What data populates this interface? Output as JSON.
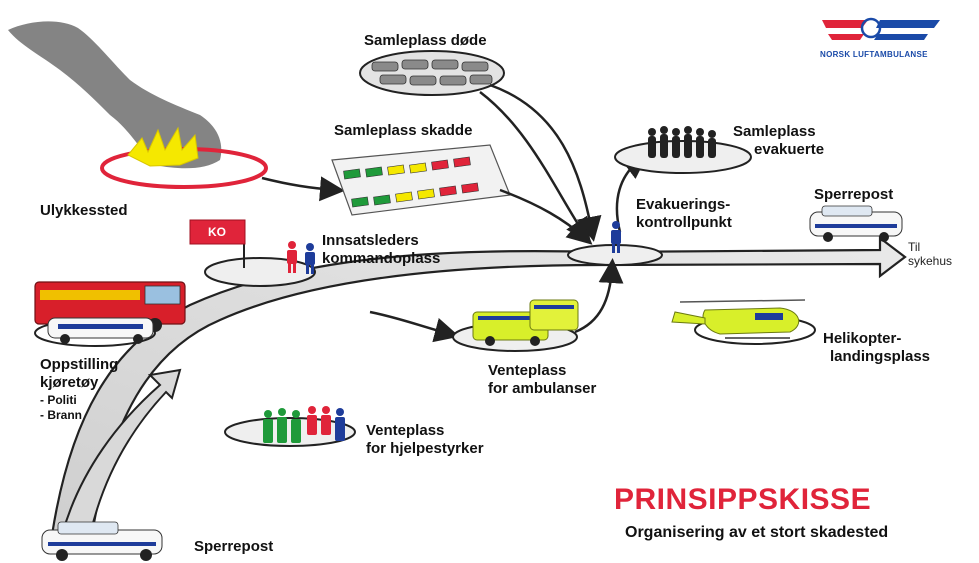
{
  "title": "PRINSIPPSKISSE",
  "subtitle": "Organisering av et stort skadested",
  "logo_text": "NORSK LUFTAMBULANSE",
  "labels": {
    "dead_collection": "Samleplass døde",
    "injured_collection": "Samleplass skadde",
    "accident_site": "Ulykkessted",
    "evacuated_collection_1": "Samleplass",
    "evacuated_collection_2": "evakuerte",
    "checkpoint_1": "Evakuerings-",
    "checkpoint_2": "kontrollpunkt",
    "roadblock_right": "Sperrepost",
    "to_hospital_1": "Til",
    "to_hospital_2": "sykehus",
    "commander_1": "Innsatsleders",
    "commander_2": "kommandoplass",
    "flag": "KO",
    "vehicle_staging_1": "Oppstilling",
    "vehicle_staging_2": "kjøretøy",
    "vehicle_police": "- Politi",
    "vehicle_fire": "- Brann",
    "ambulance_wait_1": "Venteplass",
    "ambulance_wait_2": "for ambulanser",
    "helipad_1": "Helikopter-",
    "helipad_2": "landingsplass",
    "helper_wait_1": "Venteplass",
    "helper_wait_2": "for hjelpestyrker",
    "roadblock_bottom": "Sperrepost"
  },
  "colors": {
    "title_red": "#e0243a",
    "logo_blue": "#1a4aa8",
    "triage_green": "#1f9a3a",
    "triage_yellow": "#f5e800",
    "triage_red": "#e0243a",
    "ambulance_yellow": "#d8ef2a"
  }
}
